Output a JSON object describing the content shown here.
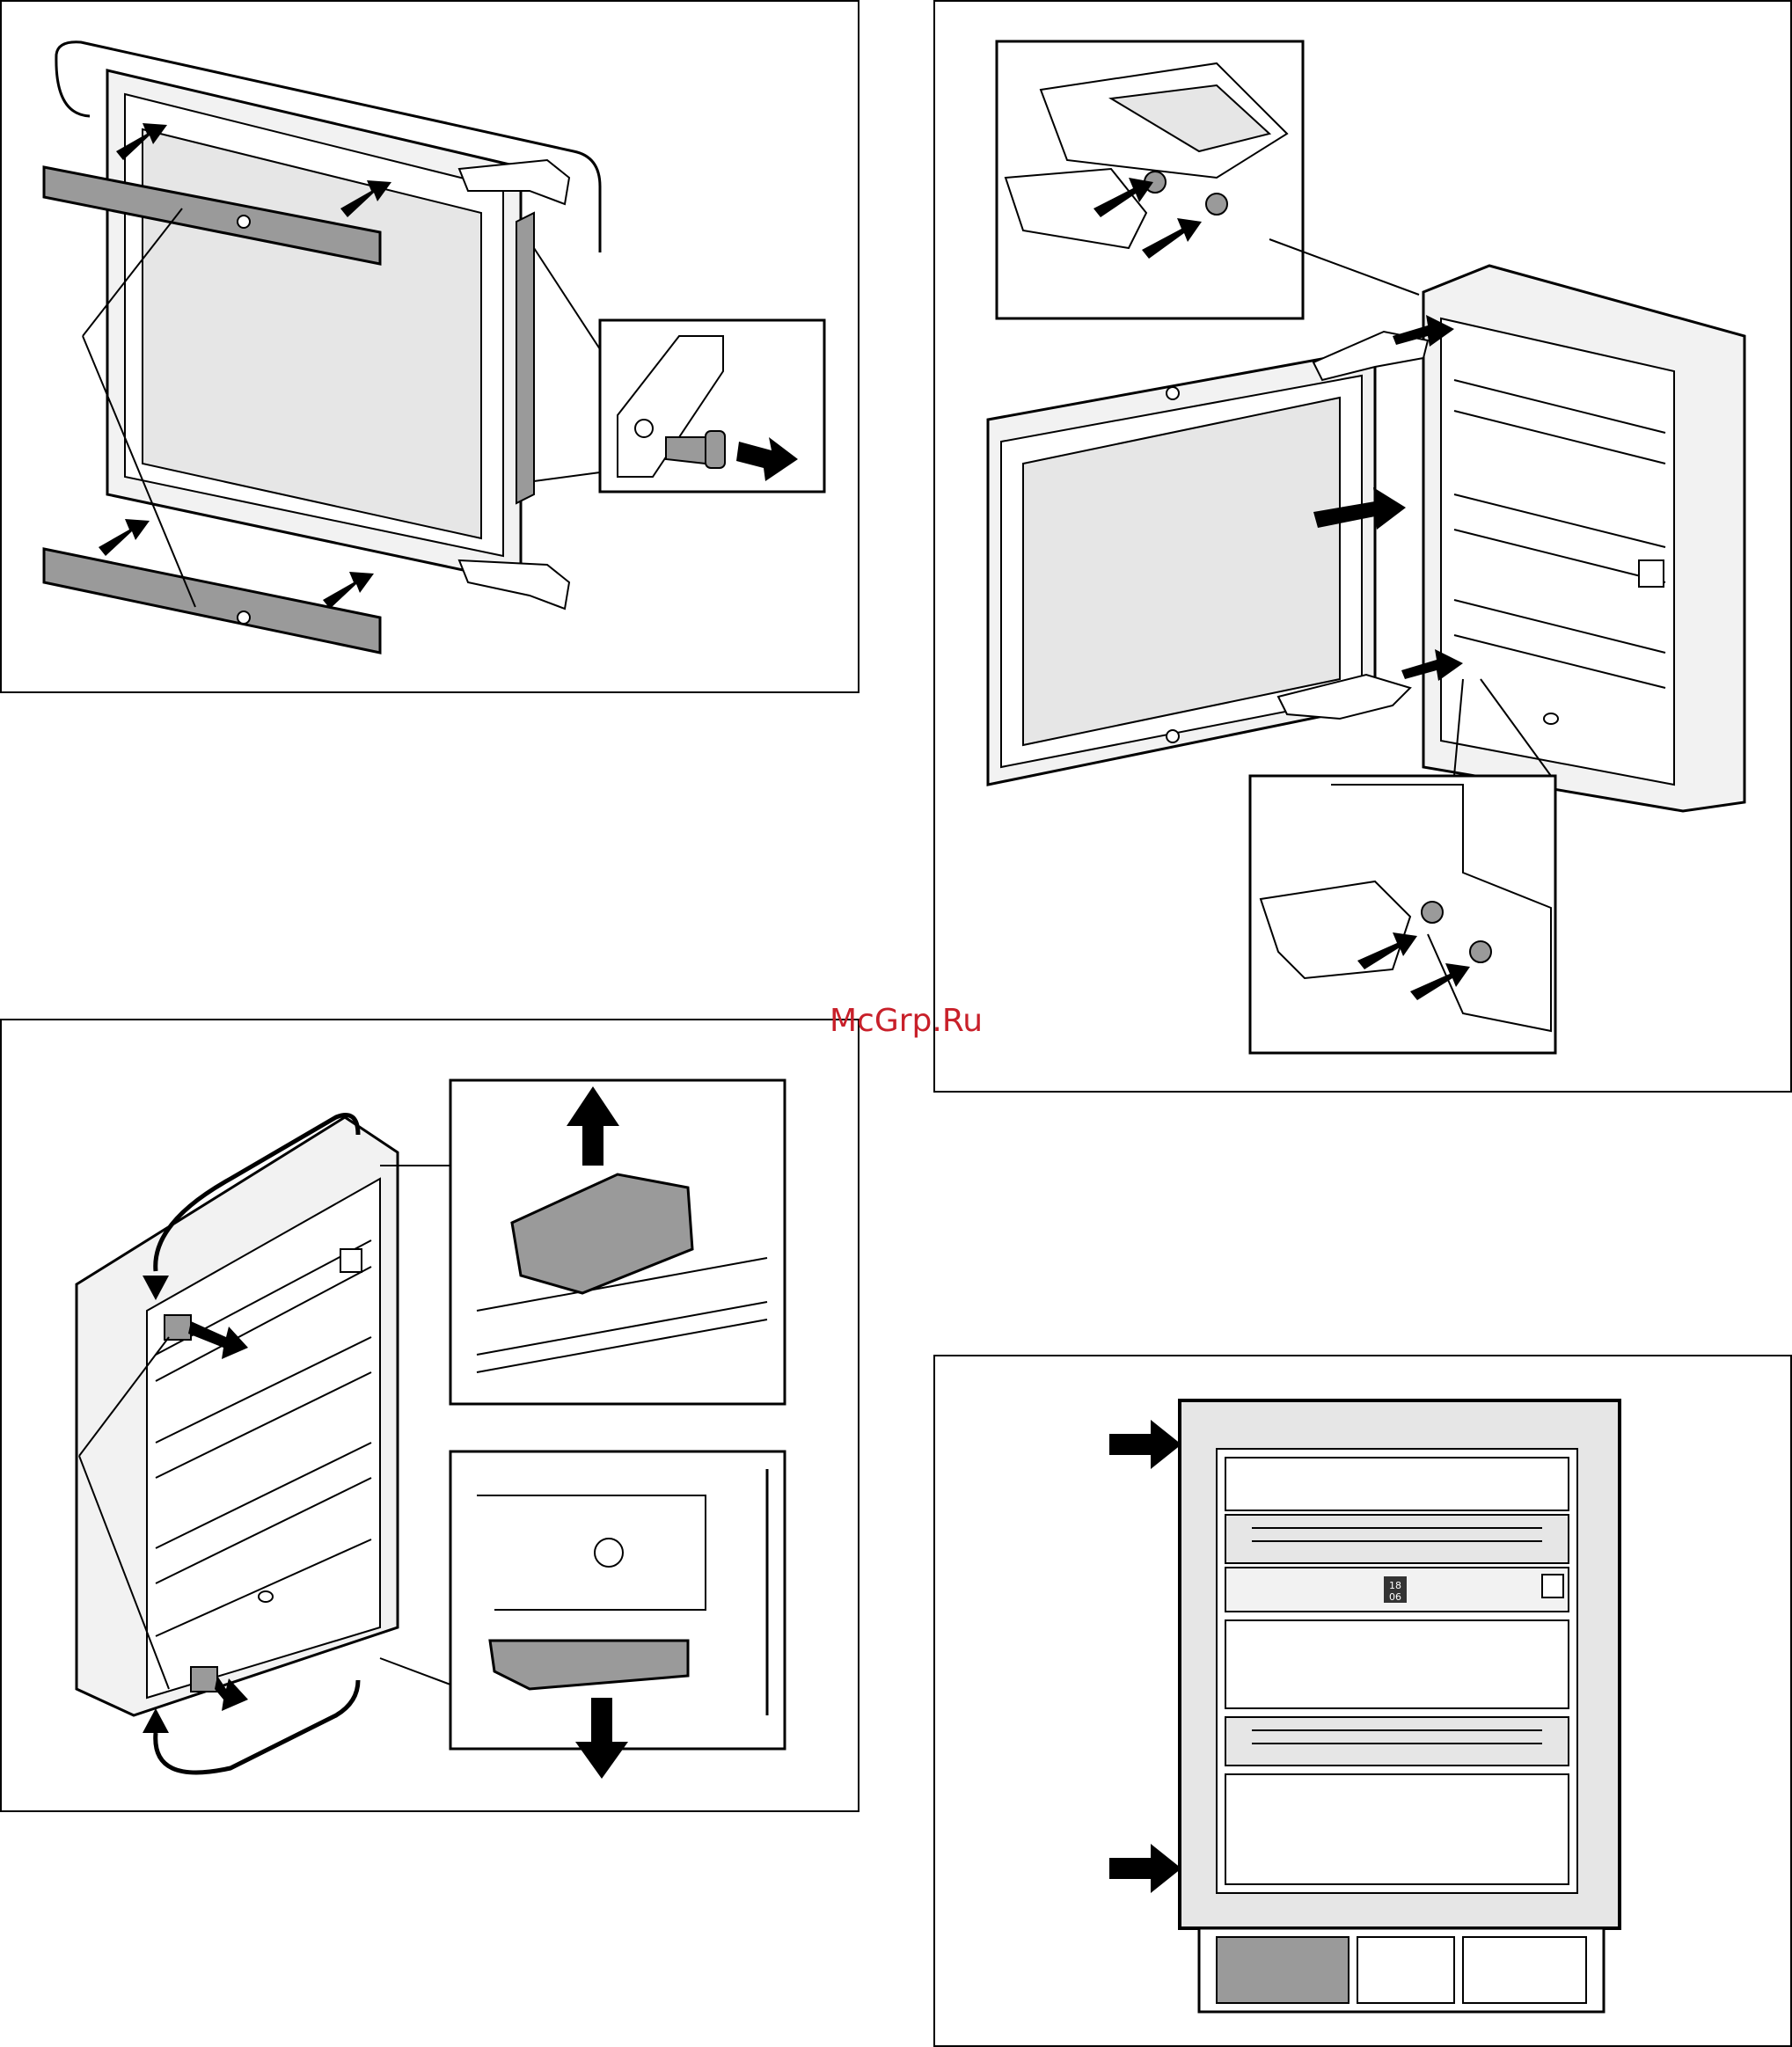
{
  "watermark": {
    "text": "McGrp.Ru",
    "color": "#c8202a"
  },
  "display_readout": {
    "line1": "18",
    "line2": "06"
  },
  "colors": {
    "line": "#000000",
    "strip": "#9a9a9a",
    "glass": "#e6e6e6",
    "frame": "#f2f2f2"
  },
  "panels": [
    {
      "name": "fig-door-trim-strips",
      "icons": [
        "trim-strip-icon",
        "push-arrow-icon",
        "screw-icon"
      ]
    },
    {
      "name": "fig-door-hinge-mounting",
      "icons": [
        "door-icon",
        "hinge-icon",
        "screw-icon",
        "push-arrow-icon"
      ]
    },
    {
      "name": "fig-hinge-bracket-repositioning",
      "icons": [
        "appliance-icon",
        "bracket-icon",
        "pull-arrow-icon"
      ]
    },
    {
      "name": "fig-front-view-fitting-points",
      "icons": [
        "appliance-front-icon",
        "push-arrow-icon"
      ]
    }
  ]
}
